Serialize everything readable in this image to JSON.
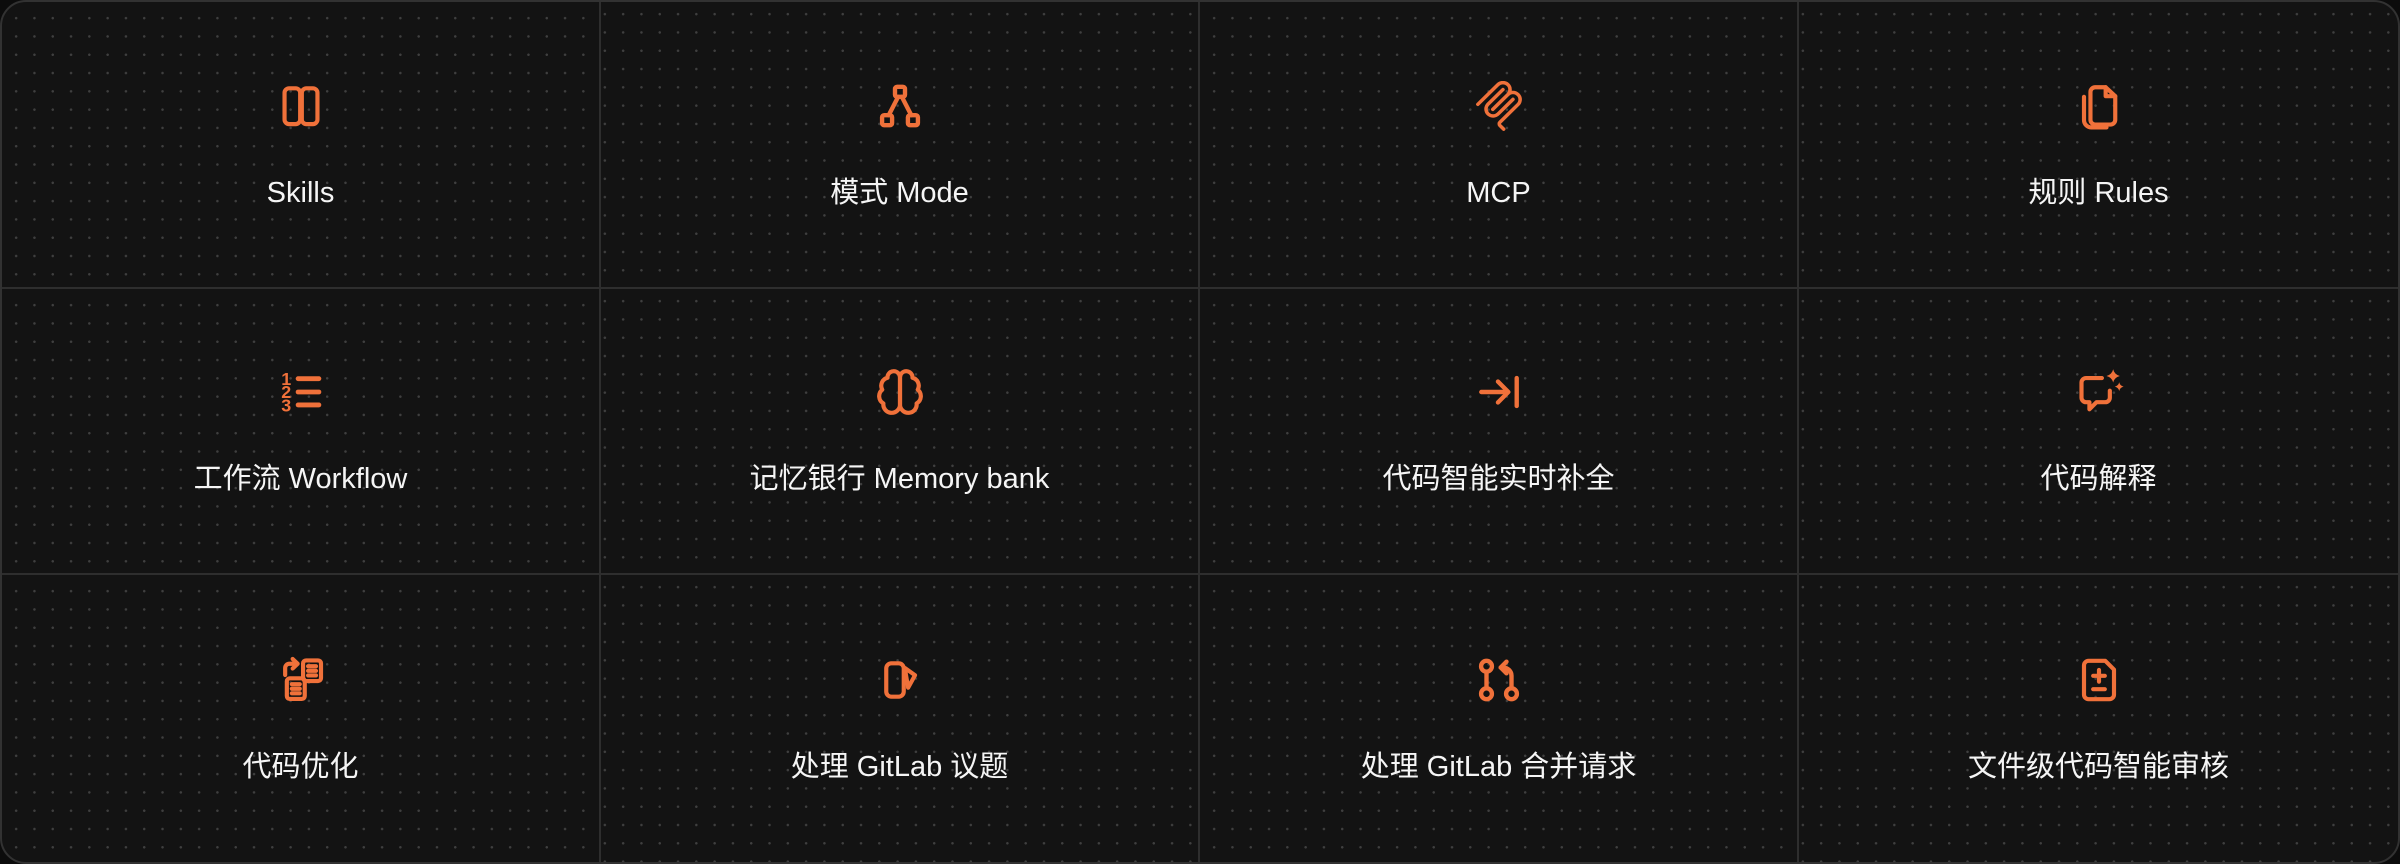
{
  "accent_color": "#F0713A",
  "background_color": "#131313",
  "grid": {
    "columns": 4,
    "rows": 3
  },
  "cards": [
    {
      "label": "Skills",
      "icon": "open-book-icon"
    },
    {
      "label": "模式 Mode",
      "icon": "hierarchy-icon"
    },
    {
      "label": "MCP",
      "icon": "mcp-logo-icon"
    },
    {
      "label": "规则 Rules",
      "icon": "files-copy-icon"
    },
    {
      "label": "工作流 Workflow",
      "icon": "numbered-list-icon"
    },
    {
      "label": "记忆银行 Memory bank",
      "icon": "brain-icon"
    },
    {
      "label": "代码智能实时补全",
      "icon": "arrow-right-to-line-icon"
    },
    {
      "label": "代码解释",
      "icon": "chat-sparkle-icon"
    },
    {
      "label": "代码优化",
      "icon": "documents-transform-icon"
    },
    {
      "label": "处理 GitLab 议题",
      "icon": "issue-note-icon"
    },
    {
      "label": "处理 GitLab 合并请求",
      "icon": "merge-request-icon"
    },
    {
      "label": "文件级代码智能审核",
      "icon": "file-diff-icon"
    }
  ]
}
